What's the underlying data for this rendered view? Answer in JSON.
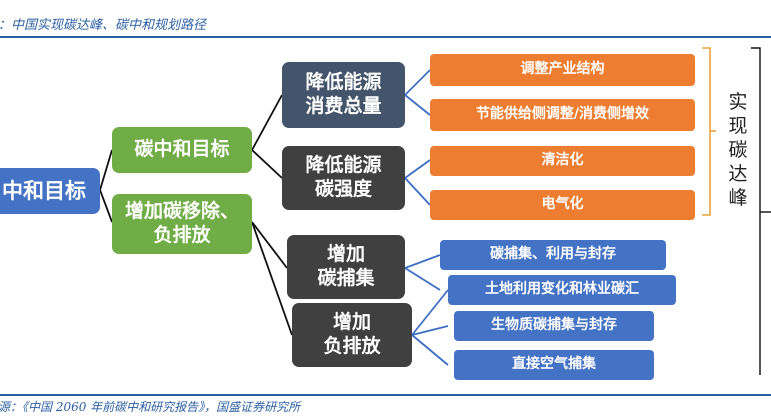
{
  "title": "：中国实现碳达峰、碳中和规划路径",
  "source": "源：《中国 2060 年前碳中和研究报告》，国盛证券研究所",
  "root": {
    "label": "中和目标"
  },
  "branch1": {
    "label": "碳中和目标"
  },
  "branch2": {
    "line1": "增加碳移除、",
    "line2": "负排放"
  },
  "b1_sub1": {
    "line1": "降低能源",
    "line2": "消费总量"
  },
  "b1_sub2": {
    "line1": "降低能源",
    "line2": "碳强度"
  },
  "b2_sub1": {
    "line1": "增加",
    "line2": "碳捕集"
  },
  "b2_sub2": {
    "line1": "增加",
    "line2": "负排放"
  },
  "leaves": {
    "l1": "调整产业结构",
    "l2": "节能供给侧调整/消费侧增效",
    "l3": "清洁化",
    "l4": "电气化",
    "l5": "碳捕集、利用与封存",
    "l6": "土地利用变化和林业碳汇",
    "l7": "生物质碳捕集与封存",
    "l8": "直接空气捕集"
  },
  "bracket_label": "实现碳达峰",
  "colors": {
    "blue": "#4472c4",
    "green": "#70ad47",
    "slate": "#44546a",
    "dark": "#404040",
    "orange": "#ed7d31",
    "accent": "#2b5fa3"
  }
}
